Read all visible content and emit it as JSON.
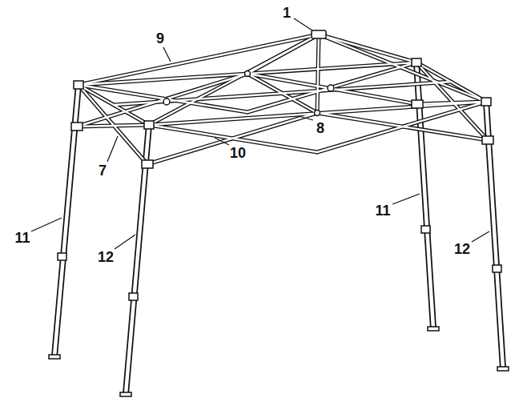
{
  "diagram": {
    "labels": [
      "1",
      "9",
      "8",
      "10",
      "7",
      "11",
      "12",
      "11",
      "12"
    ]
  }
}
